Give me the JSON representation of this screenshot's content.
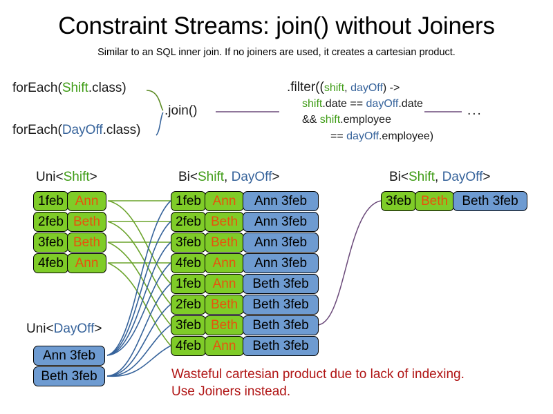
{
  "slide": {
    "title": "Constraint Streams: join() without Joiners",
    "subtitle": "Similar to an SQL inner join. If no joiners are used, it creates a cartesian product."
  },
  "code": {
    "forEach_shift": {
      "prefix": "forEach(",
      "type": "Shift",
      "suffix": ".class)"
    },
    "forEach_dayoff": {
      "prefix": "forEach(",
      "type": "DayOff",
      "suffix": ".class)"
    },
    "join_call": ".join()",
    "ellipsis": "...",
    "filter": {
      "line1_a": ".filter((",
      "line1_shift": "shift",
      "line1_comma": ", ",
      "line1_dayoff": "dayOff",
      "line1_b": ") ->",
      "line2_shift": "shift",
      "line2_mid": ".date == ",
      "line2_dayoff": "dayOff",
      "line2_end": ".date",
      "line3_a": "&& ",
      "line3_shift": "shift",
      "line3_end": ".employee",
      "line4_a": "== ",
      "line4_dayoff": "dayOff",
      "line4_end": ".employee)"
    }
  },
  "streams": {
    "uni_shift": {
      "label": {
        "generic": "Uni<",
        "type": "Shift",
        "close": ">"
      },
      "rows": [
        {
          "date": "1feb",
          "employee": "Ann"
        },
        {
          "date": "2feb",
          "employee": "Beth"
        },
        {
          "date": "3feb",
          "employee": "Beth"
        },
        {
          "date": "4feb",
          "employee": "Ann"
        }
      ]
    },
    "uni_dayoff": {
      "label": {
        "generic": "Uni<",
        "type": "DayOff",
        "close": ">"
      },
      "rows": [
        {
          "fact": "Ann 3feb"
        },
        {
          "fact": "Beth 3feb"
        }
      ]
    },
    "bi_cartesian": {
      "label": {
        "generic": "Bi<",
        "type1": "Shift",
        "comma": ", ",
        "type2": "DayOff",
        "close": ">"
      },
      "rows": [
        {
          "date": "1feb",
          "employee": "Ann",
          "fact": "Ann 3feb"
        },
        {
          "date": "2feb",
          "employee": "Beth",
          "fact": "Ann 3feb"
        },
        {
          "date": "3feb",
          "employee": "Beth",
          "fact": "Ann 3feb"
        },
        {
          "date": "4feb",
          "employee": "Ann",
          "fact": "Ann 3feb"
        },
        {
          "date": "1feb",
          "employee": "Ann",
          "fact": "Beth 3feb"
        },
        {
          "date": "2feb",
          "employee": "Beth",
          "fact": "Beth 3feb"
        },
        {
          "date": "3feb",
          "employee": "Beth",
          "fact": "Beth 3feb"
        },
        {
          "date": "4feb",
          "employee": "Ann",
          "fact": "Beth 3feb"
        }
      ]
    },
    "bi_filtered": {
      "label": {
        "generic": "Bi<",
        "type1": "Shift",
        "comma": ", ",
        "type2": "DayOff",
        "close": ">"
      },
      "rows": [
        {
          "date": "3feb",
          "employee": "Beth",
          "fact": "Beth 3feb"
        }
      ]
    }
  },
  "warning": {
    "line1": "Wasteful cartesian product due to lack of indexing.",
    "line2": "Use Joiners instead."
  },
  "colors": {
    "shift_green": "#7fcc28",
    "dayoff_blue": "#6e9bd1",
    "employee_orange": "#e8520d",
    "shift_text_green": "#3f9c16",
    "dayoff_text_blue": "#36639b",
    "warning_red": "#b01414",
    "wire_purple": "#6b4a7a"
  }
}
